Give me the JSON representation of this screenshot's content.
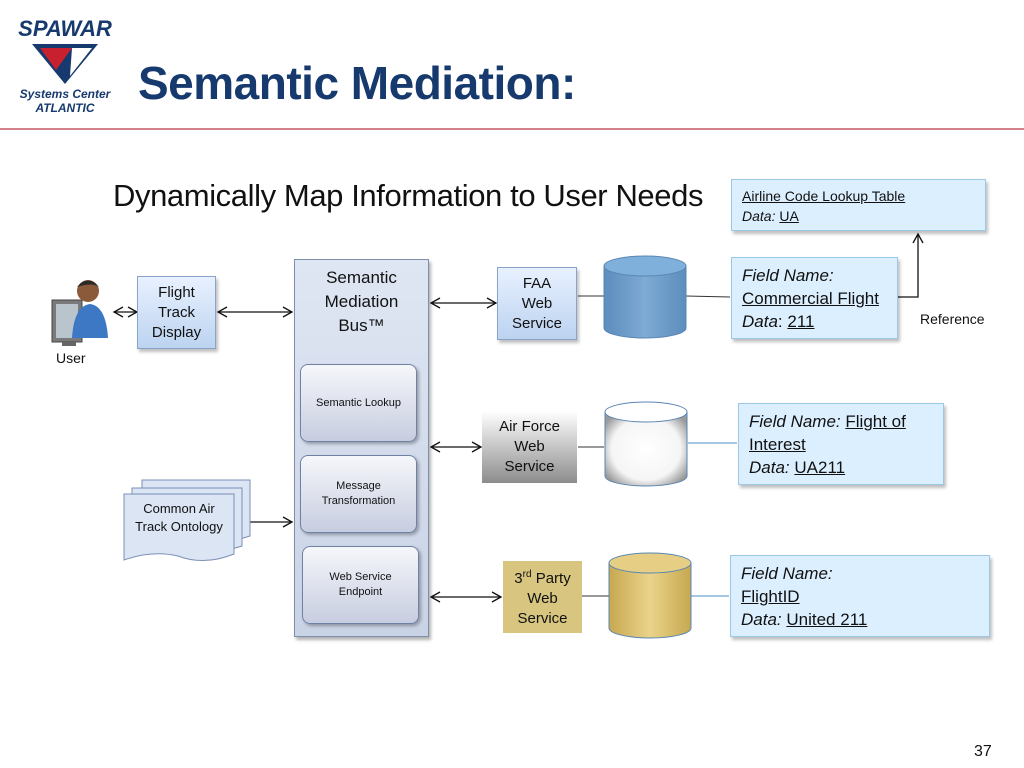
{
  "header": {
    "logo_top": "SPAWAR",
    "logo_line1": "Systems Center",
    "logo_line2": "ATLANTIC",
    "title": "Semantic Mediation:"
  },
  "subtitle": "Dynamically Map Information to User Needs",
  "user": {
    "label": "User"
  },
  "flight_track_display": {
    "line1": "Flight",
    "line2": "Track",
    "line3": "Display"
  },
  "ontology": {
    "line1": "Common Air",
    "line2": "Track Ontology"
  },
  "bus": {
    "line1": "Semantic",
    "line2": "Mediation",
    "line3": "Bus™",
    "modules": [
      {
        "line1": "Semantic Lookup",
        "line2": ""
      },
      {
        "line1": "Message",
        "line2": "Transformation"
      },
      {
        "line1": "Web Service",
        "line2": "Endpoint"
      }
    ]
  },
  "services": [
    {
      "line1": "FAA",
      "line2": "Web",
      "line3": "Service"
    },
    {
      "line1": "Air Force",
      "line2": "Web",
      "line3": "Service"
    },
    {
      "line1_main": "3",
      "line1_sup": "rd",
      "line1_rest": " Party",
      "line2": "Web",
      "line3": "Service"
    }
  ],
  "lookup_table": {
    "title": "Airline Code Lookup Table",
    "data_label": "Data:",
    "data_value": "UA"
  },
  "reference_label": "Reference",
  "fields": [
    {
      "name_label": "Field Name:",
      "name_value": "Commercial Flight",
      "data_label": "Data",
      "data_value": "211"
    },
    {
      "name_label": "Field Name:",
      "name_value": "Flight of Interest",
      "data_label": "Data:",
      "data_value": "UA211"
    },
    {
      "name_label": "Field Name:",
      "name_value": "FlightID",
      "data_label": "Data:",
      "data_value": "United 211"
    }
  ],
  "page_number": "37",
  "colors": {
    "title": "#173a6e",
    "rule": "#d4808a",
    "faa_db": "#6d9cc9",
    "airforce_db": "#ffffff",
    "thirdparty_db": "#d8be6a",
    "thirdparty_box": "#d8c680"
  }
}
